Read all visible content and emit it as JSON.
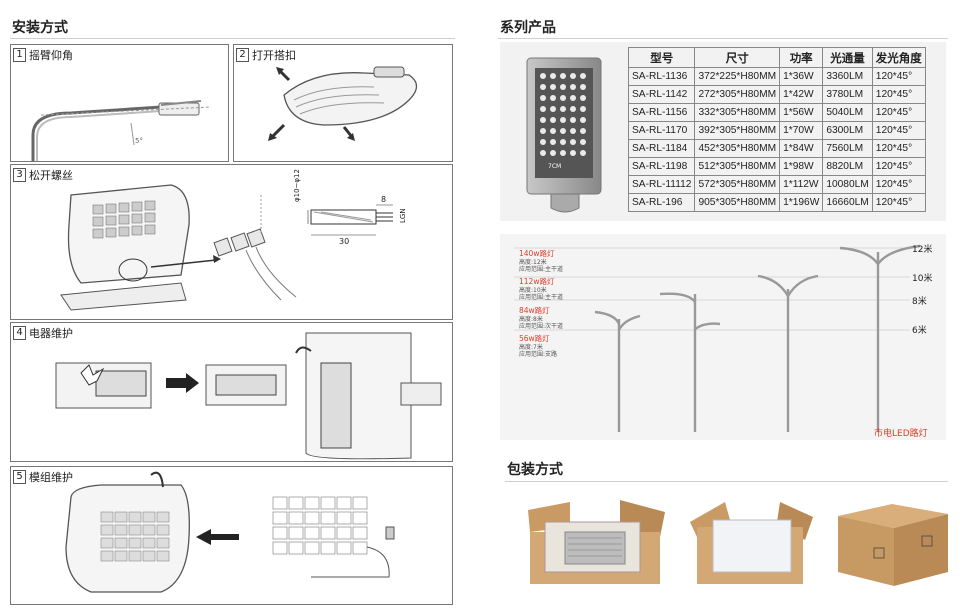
{
  "install": {
    "title": "安装方式",
    "steps": [
      {
        "num": "1",
        "label": "摇臂仰角"
      },
      {
        "num": "2",
        "label": "打开搭扣"
      },
      {
        "num": "3",
        "label": "松开螺丝"
      },
      {
        "num": "4",
        "label": "电器维护"
      },
      {
        "num": "5",
        "label": "模组维护"
      }
    ],
    "dims": {
      "d": "φ10~φ12",
      "w": "30",
      "h": "8",
      "lgn": "LGN"
    }
  },
  "series": {
    "title": "系列产品",
    "headers": [
      "型号",
      "尺寸",
      "功率",
      "光通量",
      "发光角度"
    ],
    "rows": [
      [
        "SA-RL-1136",
        "372*225*H80MM",
        "1*36W",
        "3360LM",
        "120*45°"
      ],
      [
        "SA-RL-1142",
        "272*305*H80MM",
        "1*42W",
        "3780LM",
        "120*45°"
      ],
      [
        "SA-RL-1156",
        "332*305*H80MM",
        "1*56W",
        "5040LM",
        "120*45°"
      ],
      [
        "SA-RL-1170",
        "392*305*H80MM",
        "1*70W",
        "6300LM",
        "120*45°"
      ],
      [
        "SA-RL-1184",
        "452*305*H80MM",
        "1*84W",
        "7560LM",
        "120*45°"
      ],
      [
        "SA-RL-1198",
        "512*305*H80MM",
        "1*98W",
        "8820LM",
        "120*45°"
      ],
      [
        "SA-RL-11112",
        "572*305*H80MM",
        "1*112W",
        "10080LM",
        "120*45°"
      ],
      [
        "SA-RL-196",
        "905*305*H80MM",
        "1*196W",
        "16660LM",
        "120*45°"
      ]
    ],
    "product_label": "7CM"
  },
  "diagram": {
    "heights": [
      "12米",
      "10米",
      "8米",
      "6米"
    ],
    "entries": [
      {
        "name": "140w路灯",
        "h": "高度:12米",
        "use": "应用范围:主干道"
      },
      {
        "name": "112w路灯",
        "h": "高度:10米",
        "use": "应用范围:主干道"
      },
      {
        "name": "84w路灯",
        "h": "高度:8米",
        "use": "应用范围:次干道"
      },
      {
        "name": "56w路灯",
        "h": "高度:7米",
        "use": "应用范围:支路"
      }
    ],
    "caption": "市电LED路灯"
  },
  "packaging": {
    "title": "包装方式"
  }
}
